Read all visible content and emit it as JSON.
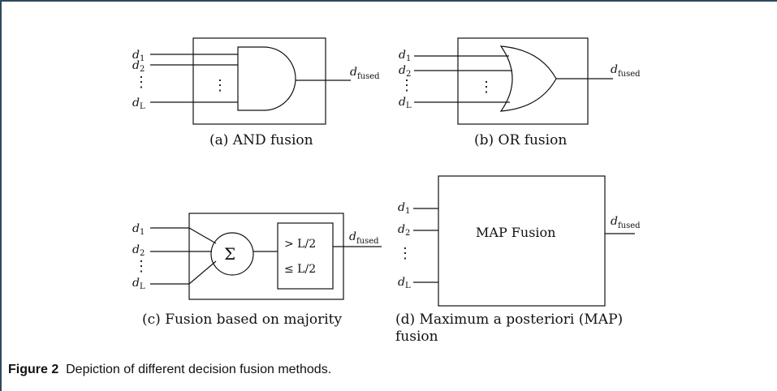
{
  "inputs": {
    "d": "d",
    "sub1": "1",
    "sub2": "2",
    "subL": "L",
    "out_sub": "fused",
    "vdots": "⋮"
  },
  "subfigures": [
    {
      "caption": "(a) AND fusion"
    },
    {
      "caption": "(b) OR fusion"
    },
    {
      "caption": "(c) Fusion based on majority"
    },
    {
      "caption_line1": "(d) Maximum a posteriori (MAP)",
      "caption_line2": "fusion",
      "box_label": "MAP Fusion"
    }
  ],
  "majority": {
    "sum_symbol": "Σ",
    "gt_label": "> L/2",
    "le_label": "≤ L/2"
  },
  "figure": {
    "label": "Figure 2",
    "text": "Depiction of different decision fusion methods."
  }
}
